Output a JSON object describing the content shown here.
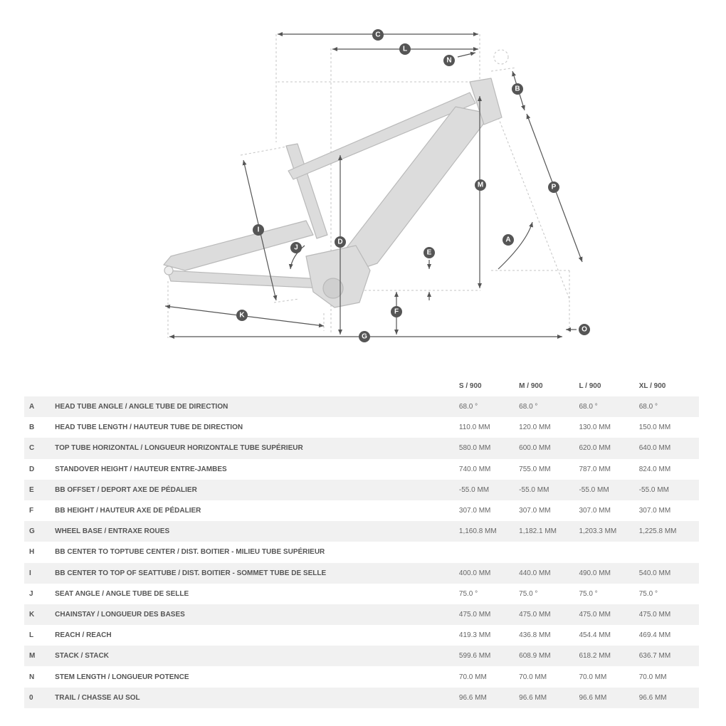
{
  "diagram": {
    "labels": [
      "A",
      "B",
      "C",
      "D",
      "E",
      "F",
      "G",
      "I",
      "J",
      "K",
      "L",
      "M",
      "N",
      "O",
      "P"
    ],
    "colors": {
      "frame": "#dcdcdc",
      "frame_stroke": "#b9b9b9",
      "dimension": "#555555",
      "guide": "#c4c4c4"
    }
  },
  "table": {
    "headers": [
      "",
      "",
      "S / 900",
      "M / 900",
      "L / 900",
      "XL / 900"
    ],
    "rows": [
      {
        "letter": "A",
        "name": "HEAD TUBE ANGLE / ANGLE TUBE DE DIRECTION",
        "values": [
          "68.0 °",
          "68.0 °",
          "68.0 °",
          "68.0 °"
        ]
      },
      {
        "letter": "B",
        "name": "HEAD TUBE LENGTH / HAUTEUR TUBE DE DIRECTION",
        "values": [
          "110.0 MM",
          "120.0 MM",
          "130.0 MM",
          "150.0 MM"
        ]
      },
      {
        "letter": "C",
        "name": "TOP TUBE HORIZONTAL / LONGUEUR HORIZONTALE TUBE SUPÉRIEUR",
        "values": [
          "580.0 MM",
          "600.0 MM",
          "620.0 MM",
          "640.0 MM"
        ]
      },
      {
        "letter": "D",
        "name": "STANDOVER HEIGHT / HAUTEUR ENTRE-JAMBES",
        "values": [
          "740.0 MM",
          "755.0 MM",
          "787.0 MM",
          "824.0 MM"
        ]
      },
      {
        "letter": "E",
        "name": "BB OFFSET / DEPORT AXE DE PÉDALIER",
        "values": [
          "-55.0 MM",
          "-55.0 MM",
          "-55.0 MM",
          "-55.0 MM"
        ]
      },
      {
        "letter": "F",
        "name": "BB HEIGHT / HAUTEUR AXE DE PÉDALIER",
        "values": [
          "307.0 MM",
          "307.0 MM",
          "307.0 MM",
          "307.0 MM"
        ]
      },
      {
        "letter": "G",
        "name": "WHEEL BASE / ENTRAXE ROUES",
        "values": [
          "1,160.8 MM",
          "1,182.1 MM",
          "1,203.3 MM",
          "1,225.8 MM"
        ]
      },
      {
        "letter": "H",
        "name": "BB CENTER TO TOPTUBE CENTER / DIST. BOITIER - MILIEU TUBE SUPÉRIEUR",
        "values": [
          "",
          "",
          "",
          ""
        ]
      },
      {
        "letter": "I",
        "name": "BB CENTER TO TOP OF SEATTUBE / DIST. BOITIER - SOMMET TUBE DE SELLE",
        "values": [
          "400.0 MM",
          "440.0 MM",
          "490.0 MM",
          "540.0 MM"
        ]
      },
      {
        "letter": "J",
        "name": "SEAT ANGLE / ANGLE TUBE DE SELLE",
        "values": [
          "75.0 °",
          "75.0 °",
          "75.0 °",
          "75.0 °"
        ]
      },
      {
        "letter": "K",
        "name": "CHAINSTAY / LONGUEUR DES BASES",
        "values": [
          "475.0 MM",
          "475.0 MM",
          "475.0 MM",
          "475.0 MM"
        ]
      },
      {
        "letter": "L",
        "name": "REACH / REACH",
        "values": [
          "419.3 MM",
          "436.8 MM",
          "454.4 MM",
          "469.4 MM"
        ]
      },
      {
        "letter": "M",
        "name": "STACK / STACK",
        "values": [
          "599.6 MM",
          "608.9 MM",
          "618.2 MM",
          "636.7 MM"
        ]
      },
      {
        "letter": "N",
        "name": "STEM LENGTH / LONGUEUR POTENCE",
        "values": [
          "70.0 MM",
          "70.0 MM",
          "70.0 MM",
          "70.0 MM"
        ]
      },
      {
        "letter": "0",
        "name": "TRAIL / CHASSE AU SOL",
        "values": [
          "96.6 MM",
          "96.6 MM",
          "96.6 MM",
          "96.6 MM"
        ]
      }
    ]
  }
}
